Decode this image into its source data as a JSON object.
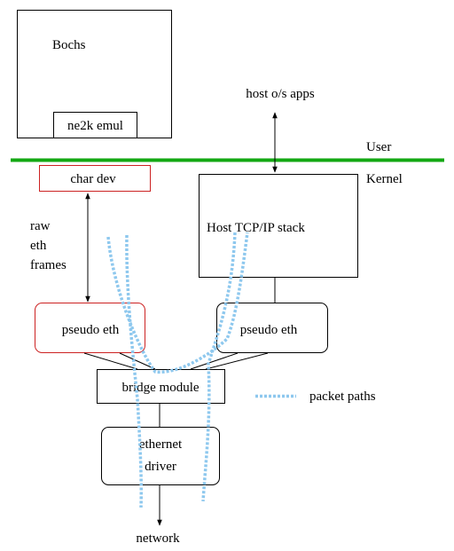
{
  "boxes": {
    "bochs": "Bochs",
    "ne2k": "ne2k emul",
    "char_dev": "char dev",
    "host_stack": "Host TCP/IP stack",
    "pseudo_eth_left": "pseudo eth",
    "pseudo_eth_right": "pseudo eth",
    "bridge": "bridge module",
    "driver_line1": "ethernet",
    "driver_line2": "driver"
  },
  "labels": {
    "host_apps": "host o/s apps",
    "user": "User",
    "kernel": "Kernel",
    "raw": "raw",
    "eth": "eth",
    "frames": "frames",
    "network": "network"
  },
  "legend": {
    "packet_paths": "packet paths"
  },
  "colors": {
    "boundary": "#13a813",
    "highlight_box": "#cc2222",
    "packet_path": "#8ec8ee",
    "stroke": "#000000"
  },
  "icons": {
    "arrow": "arrowhead"
  }
}
